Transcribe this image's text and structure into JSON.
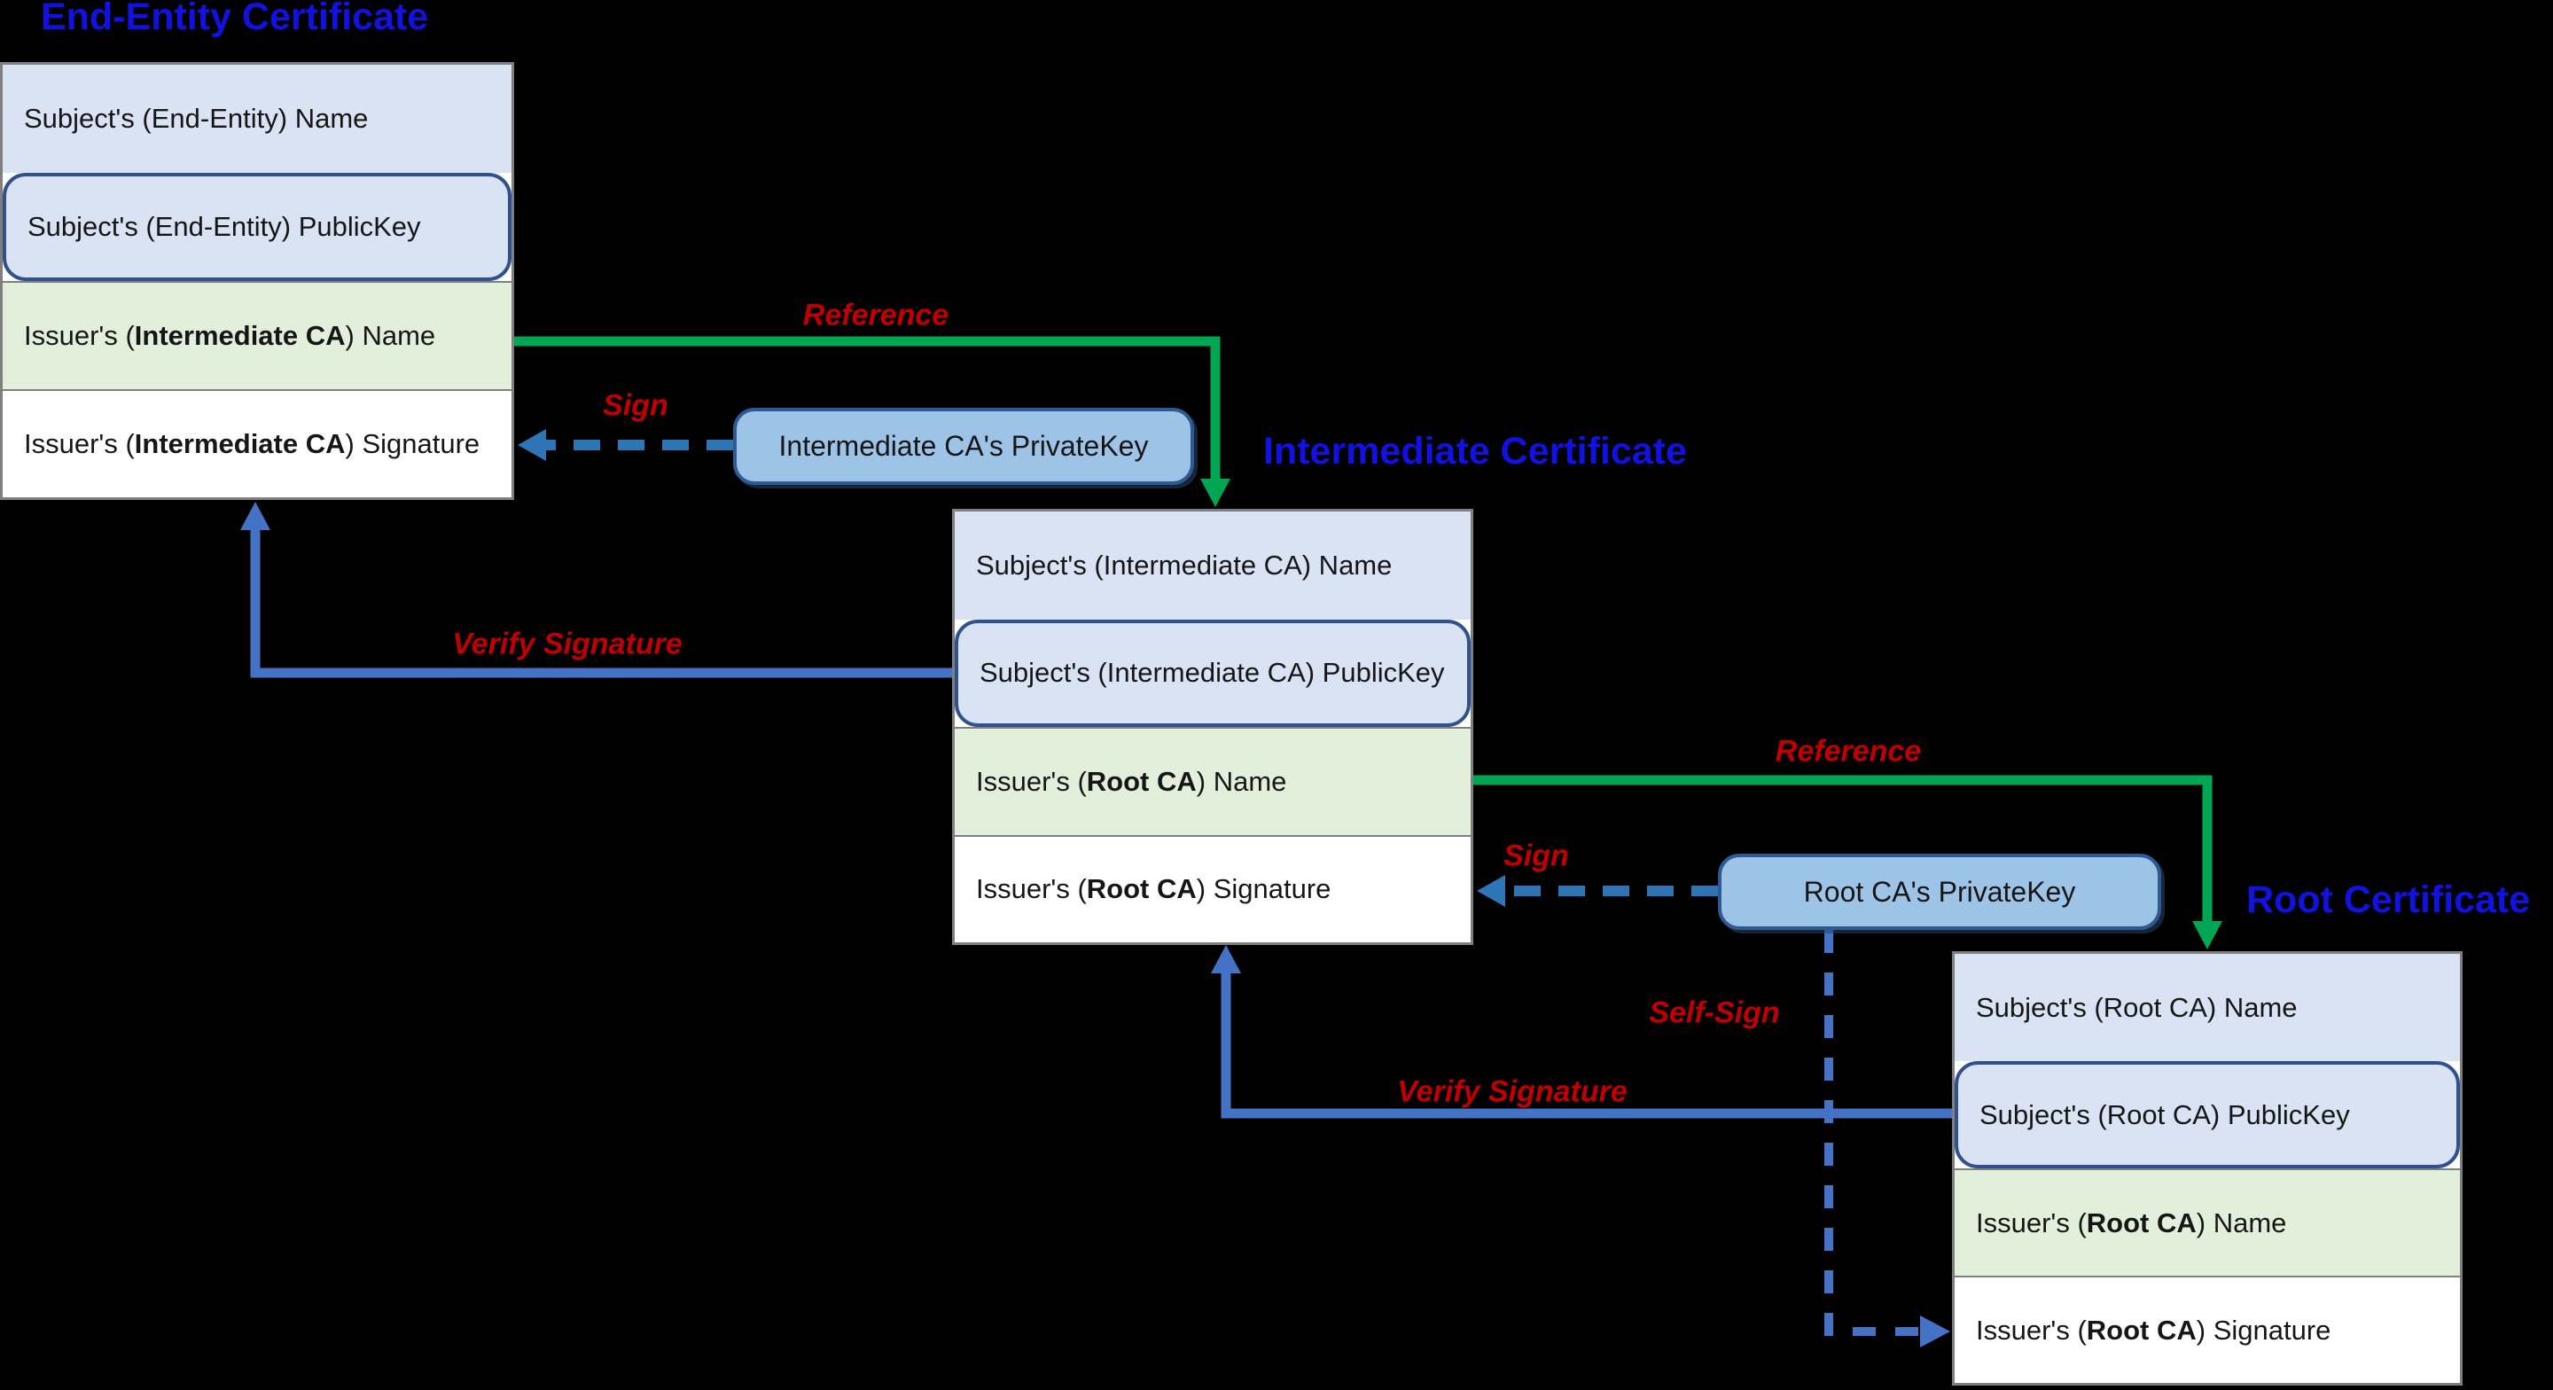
{
  "diagram": {
    "background": "#000000",
    "colors": {
      "title_blue": "#1212e0",
      "label_red": "#c00000",
      "reference_green": "#00a651",
      "sign_blue": "#2e75b6",
      "verify_blue": "#4472c4",
      "subject_row_fill": "#dae3f3",
      "issuer_name_row_fill": "#e2efda",
      "pubkey_border": "#2f528f",
      "privatekey_fill": "#9dc3e6"
    }
  },
  "certs": [
    {
      "title": "End-Entity Certificate",
      "rows": [
        {
          "pre": "Subject's (End-Entity) Name",
          "bold": "",
          "post": ""
        },
        {
          "pre": "Subject's (End-Entity) PublicKey",
          "bold": "",
          "post": ""
        },
        {
          "pre": "Issuer's (",
          "bold": "Intermediate CA",
          "post": ") Name"
        },
        {
          "pre": "Issuer's (",
          "bold": "Intermediate CA",
          "post": ") Signature"
        }
      ]
    },
    {
      "title": "Intermediate Certificate",
      "rows": [
        {
          "pre": "Subject's (Intermediate CA) Name",
          "bold": "",
          "post": ""
        },
        {
          "pre": "Subject's (Intermediate CA) PublicKey",
          "bold": "",
          "post": ""
        },
        {
          "pre": "Issuer's (",
          "bold": "Root CA",
          "post": ") Name"
        },
        {
          "pre": "Issuer's (",
          "bold": "Root CA",
          "post": ") Signature"
        }
      ]
    },
    {
      "title": "Root Certificate",
      "rows": [
        {
          "pre": "Subject's (Root CA) Name",
          "bold": "",
          "post": ""
        },
        {
          "pre": "Subject's (Root CA) PublicKey",
          "bold": "",
          "post": ""
        },
        {
          "pre": "Issuer's (",
          "bold": "Root CA",
          "post": ") Name"
        },
        {
          "pre": "Issuer's (",
          "bold": "Root CA",
          "post": ") Signature"
        }
      ]
    }
  ],
  "private_keys": [
    {
      "label": "Intermediate CA's PrivateKey"
    },
    {
      "label": "Root CA's PrivateKey"
    }
  ],
  "arrow_labels": {
    "reference_1": "Reference",
    "reference_2": "Reference",
    "sign_1": "Sign",
    "sign_2": "Sign",
    "self_sign": "Self-Sign",
    "verify_1": "Verify Signature",
    "verify_2": "Verify Signature"
  }
}
